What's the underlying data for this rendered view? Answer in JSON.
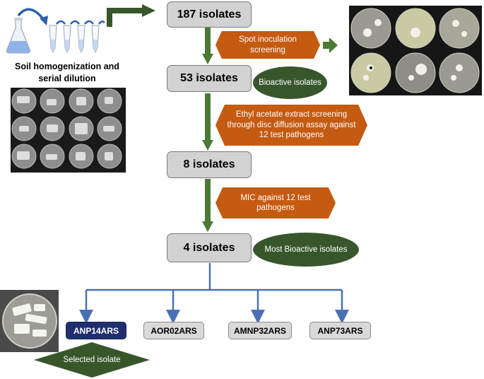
{
  "soil_caption": "Soil homogenization and serial dilution",
  "stages": [
    {
      "label": "187 isolates"
    },
    {
      "label": "53 isolates"
    },
    {
      "label": "8 isolates"
    },
    {
      "label": "4 isolates"
    }
  ],
  "processes": [
    {
      "text": "Spot inoculation screening"
    },
    {
      "text": "Ethyl acetate extract screening through disc diffusion assay against 12 test pathogens"
    },
    {
      "text": "MIC against 12 test pathogens"
    }
  ],
  "outcomes": [
    {
      "text": "Bioactive isolates"
    },
    {
      "text": "Most Bioactive isolates"
    }
  ],
  "final_isolates": [
    {
      "label": "ANP14ARS",
      "selected": true
    },
    {
      "label": "AOR02ARS",
      "selected": false
    },
    {
      "label": "AMNP32ARS",
      "selected": false
    },
    {
      "label": "ANP73ARS",
      "selected": false
    }
  ],
  "selected_label": "Selected isolate",
  "colors": {
    "stage_fill": "#d2d2d2",
    "process_fill": "#c55a11",
    "outcome_fill": "#37572b",
    "arrow_green": "#4a7a34",
    "branch_blue": "#4a6fb5",
    "selected_fill": "#1f2f6e"
  }
}
